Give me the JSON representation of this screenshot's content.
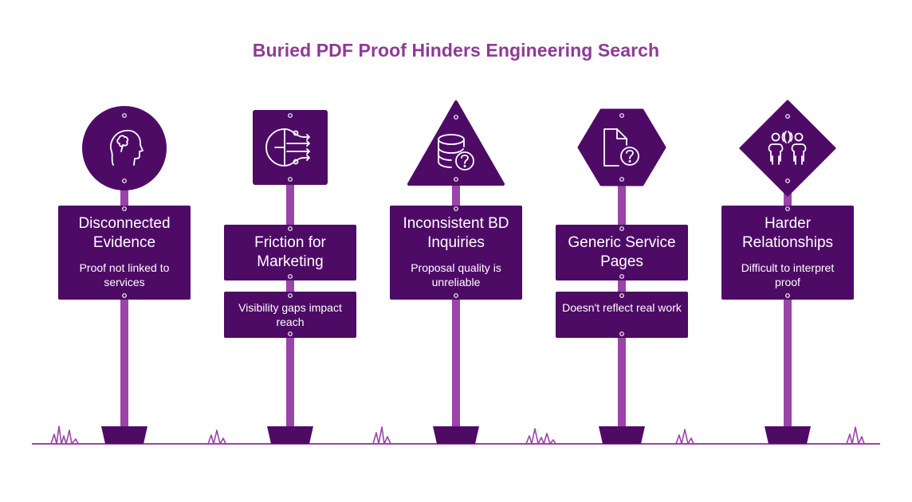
{
  "title": "Buried PDF Proof Hinders Engineering Search",
  "colors": {
    "accent": "#8e3a96",
    "panel": "#4e0b66",
    "pole": "#9a44a8"
  },
  "signs": [
    {
      "heading": "Disconnected Evidence",
      "description": "Proof not linked to services",
      "shape": "circle",
      "icon": "head-profile-icon"
    },
    {
      "heading": "Friction for Marketing",
      "description": "Visibility gaps impact reach",
      "shape": "square",
      "icon": "split-arrows-icon"
    },
    {
      "heading": "Inconsistent BD Inquiries",
      "description": "Proposal quality is unreliable",
      "shape": "triangle",
      "icon": "database-question-icon"
    },
    {
      "heading": "Generic Service Pages",
      "description": "Doesn't reflect real work",
      "shape": "hexagon",
      "icon": "document-question-icon"
    },
    {
      "heading": "Harder Relationships",
      "description": "Difficult to interpret proof",
      "shape": "diamond",
      "icon": "two-people-talking-icon"
    }
  ]
}
